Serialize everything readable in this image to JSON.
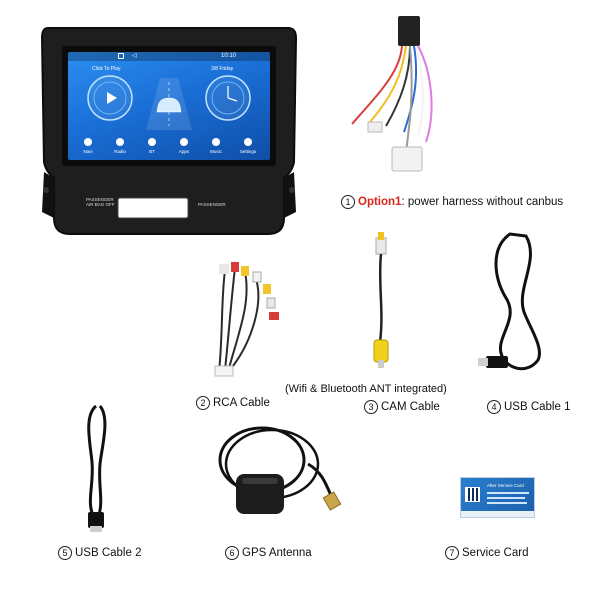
{
  "head_unit": {
    "status_time": "10:10",
    "widget_left_label": "Click To Play",
    "widget_right_label": "3/8 Friday",
    "dock": [
      "Navi",
      "Radio",
      "BT",
      "Apps",
      "Music",
      "Settings"
    ],
    "panel_left_text": "PASSENGER\nAIR BAG OFF",
    "panel_right_text": "PASSENGER"
  },
  "items": [
    {
      "num": "1",
      "highlight": "Option1",
      "label": ": power harness without canbus"
    },
    {
      "num": "2",
      "label": "RCA Cable"
    },
    {
      "num": "3",
      "label": "CAM Cable",
      "note": "(Wifi & Bluetooth ANT integrated)"
    },
    {
      "num": "4",
      "label": "USB Cable 1"
    },
    {
      "num": "5",
      "label": "USB Cable 2"
    },
    {
      "num": "6",
      "label": "GPS Antenna"
    },
    {
      "num": "7",
      "label": "Service Card"
    }
  ],
  "service_card": {
    "title": "After Service Card"
  },
  "colors": {
    "screen_blue": "#1a6fd6",
    "option_red": "#d9261c",
    "bezel": "#1b1b1b"
  }
}
